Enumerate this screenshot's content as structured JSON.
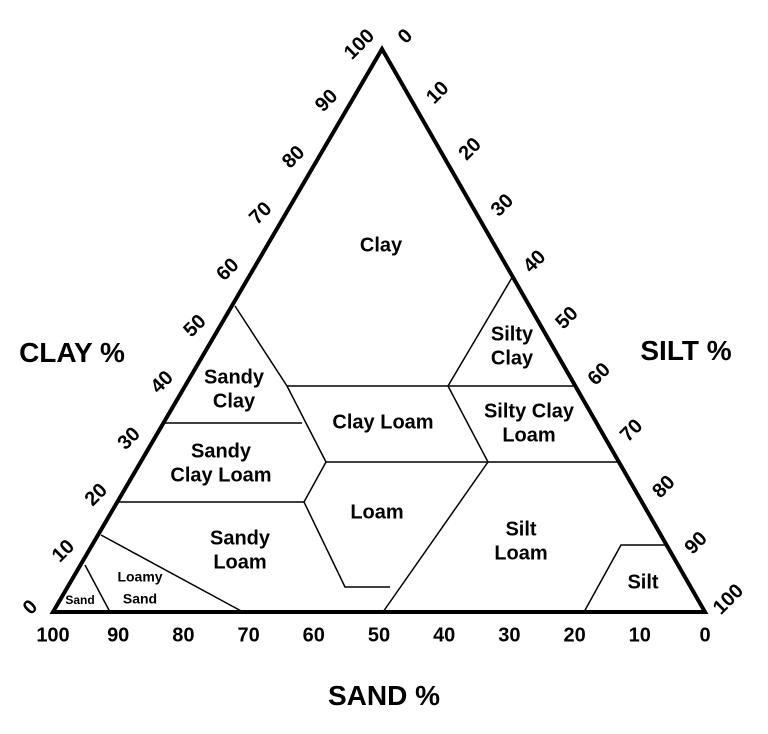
{
  "title": "",
  "axes": {
    "clay": {
      "title": "CLAY %",
      "ticks": [
        "0",
        "10",
        "20",
        "30",
        "40",
        "50",
        "60",
        "70",
        "80",
        "90",
        "100"
      ]
    },
    "silt": {
      "title": "SILT %",
      "ticks": [
        "0",
        "10",
        "20",
        "30",
        "40",
        "50",
        "60",
        "70",
        "80",
        "90",
        "100"
      ]
    },
    "sand": {
      "title": "SAND %",
      "ticks": [
        "100",
        "90",
        "80",
        "70",
        "60",
        "50",
        "40",
        "30",
        "20",
        "10",
        "0"
      ]
    }
  },
  "regions": [
    {
      "key": "clay",
      "lines": [
        "Clay"
      ]
    },
    {
      "key": "silty_clay",
      "lines": [
        "Silty",
        "Clay"
      ]
    },
    {
      "key": "sandy_clay",
      "lines": [
        "Sandy",
        "Clay"
      ]
    },
    {
      "key": "clay_loam",
      "lines": [
        "Clay Loam"
      ]
    },
    {
      "key": "silty_clay_loam",
      "lines": [
        "Silty Clay",
        "Loam"
      ]
    },
    {
      "key": "sandy_clay_loam",
      "lines": [
        "Sandy",
        "Clay Loam"
      ]
    },
    {
      "key": "loam",
      "lines": [
        "Loam"
      ]
    },
    {
      "key": "sandy_loam",
      "lines": [
        "Sandy",
        "Loam"
      ]
    },
    {
      "key": "silt_loam",
      "lines": [
        "Silt",
        "Loam"
      ]
    },
    {
      "key": "silt",
      "lines": [
        "Silt"
      ]
    },
    {
      "key": "loamy_sand",
      "lines": [
        "Loamy",
        "Sand"
      ]
    },
    {
      "key": "sand",
      "lines": [
        "Sand"
      ]
    }
  ]
}
